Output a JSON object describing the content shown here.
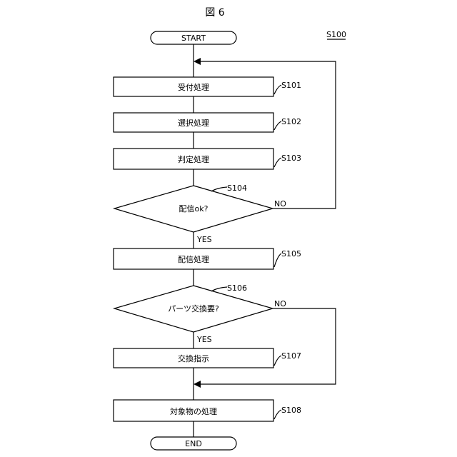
{
  "figure": {
    "title": "図 6",
    "ref": "S100"
  },
  "nodes": {
    "start": {
      "label": "START"
    },
    "s101": {
      "label": "受付処理",
      "step": "S101"
    },
    "s102": {
      "label": "選択処理",
      "step": "S102"
    },
    "s103": {
      "label": "判定処理",
      "step": "S103"
    },
    "s104": {
      "label": "配信ok?",
      "step": "S104",
      "yes": "YES",
      "no": "NO"
    },
    "s105": {
      "label": "配信処理",
      "step": "S105"
    },
    "s106": {
      "label": "パーツ交換要?",
      "step": "S106",
      "yes": "YES",
      "no": "NO"
    },
    "s107": {
      "label": "交換指示",
      "step": "S107"
    },
    "s108": {
      "label": "対象物の処理",
      "step": "S108"
    },
    "end": {
      "label": "END"
    }
  }
}
